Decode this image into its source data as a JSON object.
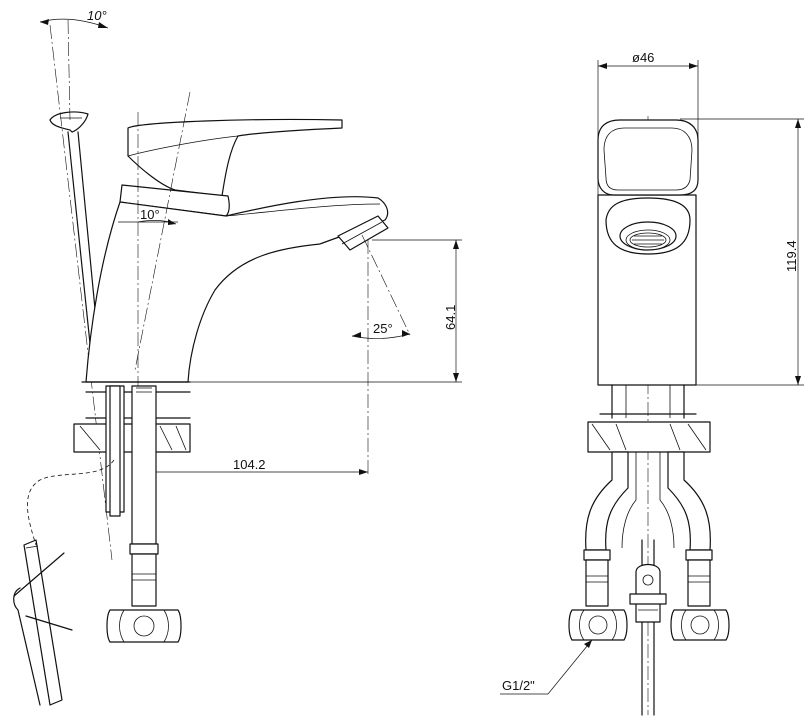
{
  "diagram": {
    "side_view": {
      "lever_tilt_angle": "10°",
      "spout_angle": "10°",
      "aerator_angle": "25°",
      "spout_height": "64.1",
      "spout_reach": "104.2"
    },
    "front_view": {
      "body_diameter": "ø46",
      "total_height": "119.4",
      "connection_thread": "G1/2\""
    }
  }
}
